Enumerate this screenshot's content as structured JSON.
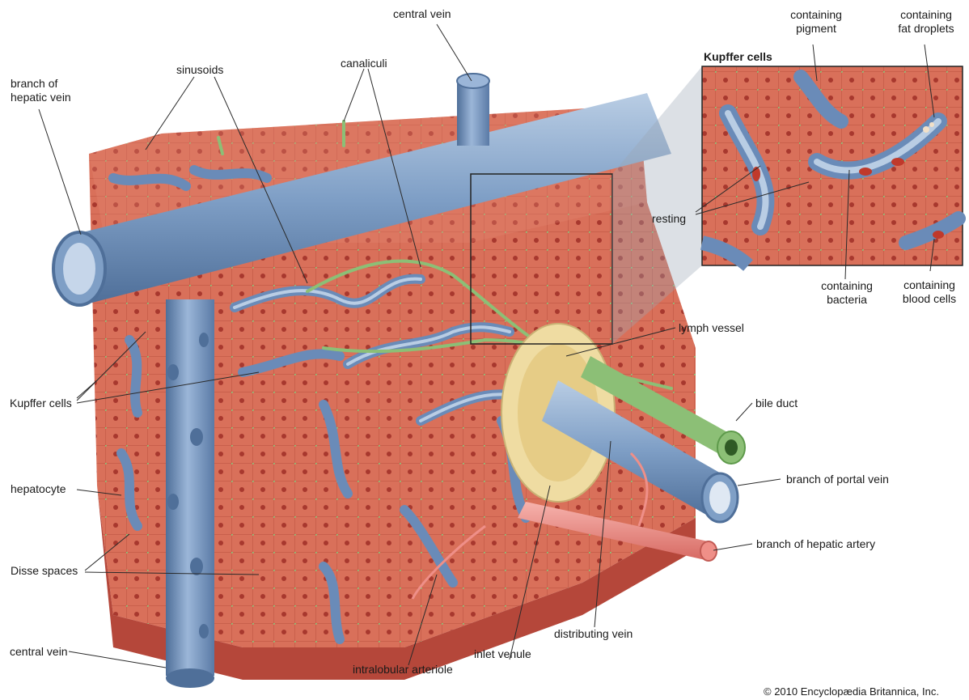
{
  "labels": {
    "central_vein_top": "central vein",
    "branch_hepatic_vein": [
      "branch of",
      "hepatic vein"
    ],
    "sinusoids": "sinusoids",
    "canaliculi": "canaliculi",
    "kupffer_cells_left": "Kupffer cells",
    "hepatocyte": "hepatocyte",
    "disse_spaces": "Disse spaces",
    "central_vein_bottom": "central vein",
    "intralobular_arteriole": "intralobular arteriole",
    "inlet_venule": "inlet venule",
    "distributing_vein": "distributing vein",
    "branch_hepatic_artery": "branch of hepatic artery",
    "branch_portal_vein": "branch of portal vein",
    "bile_duct": "bile duct",
    "lymph_vessel": "lymph vessel"
  },
  "inset": {
    "title": "Kupffer cells",
    "containing_pigment": [
      "containing",
      "pigment"
    ],
    "containing_fat": [
      "containing",
      "fat droplets"
    ],
    "resting": "resting",
    "containing_bacteria": [
      "containing",
      "bacteria"
    ],
    "containing_blood": [
      "containing",
      "blood cells"
    ]
  },
  "copyright": "© 2010 Encyclopædia Britannica, Inc.",
  "colors": {
    "hepatocyte": "#d9705a",
    "hepatocyte_dark": "#b5473a",
    "vein": "#7f9fc6",
    "vein_dark": "#4f6f99",
    "vein_light": "#b9cde4",
    "artery": "#ef8f88",
    "bile_duct": "#8cbf76",
    "connective": "#efdca2"
  }
}
